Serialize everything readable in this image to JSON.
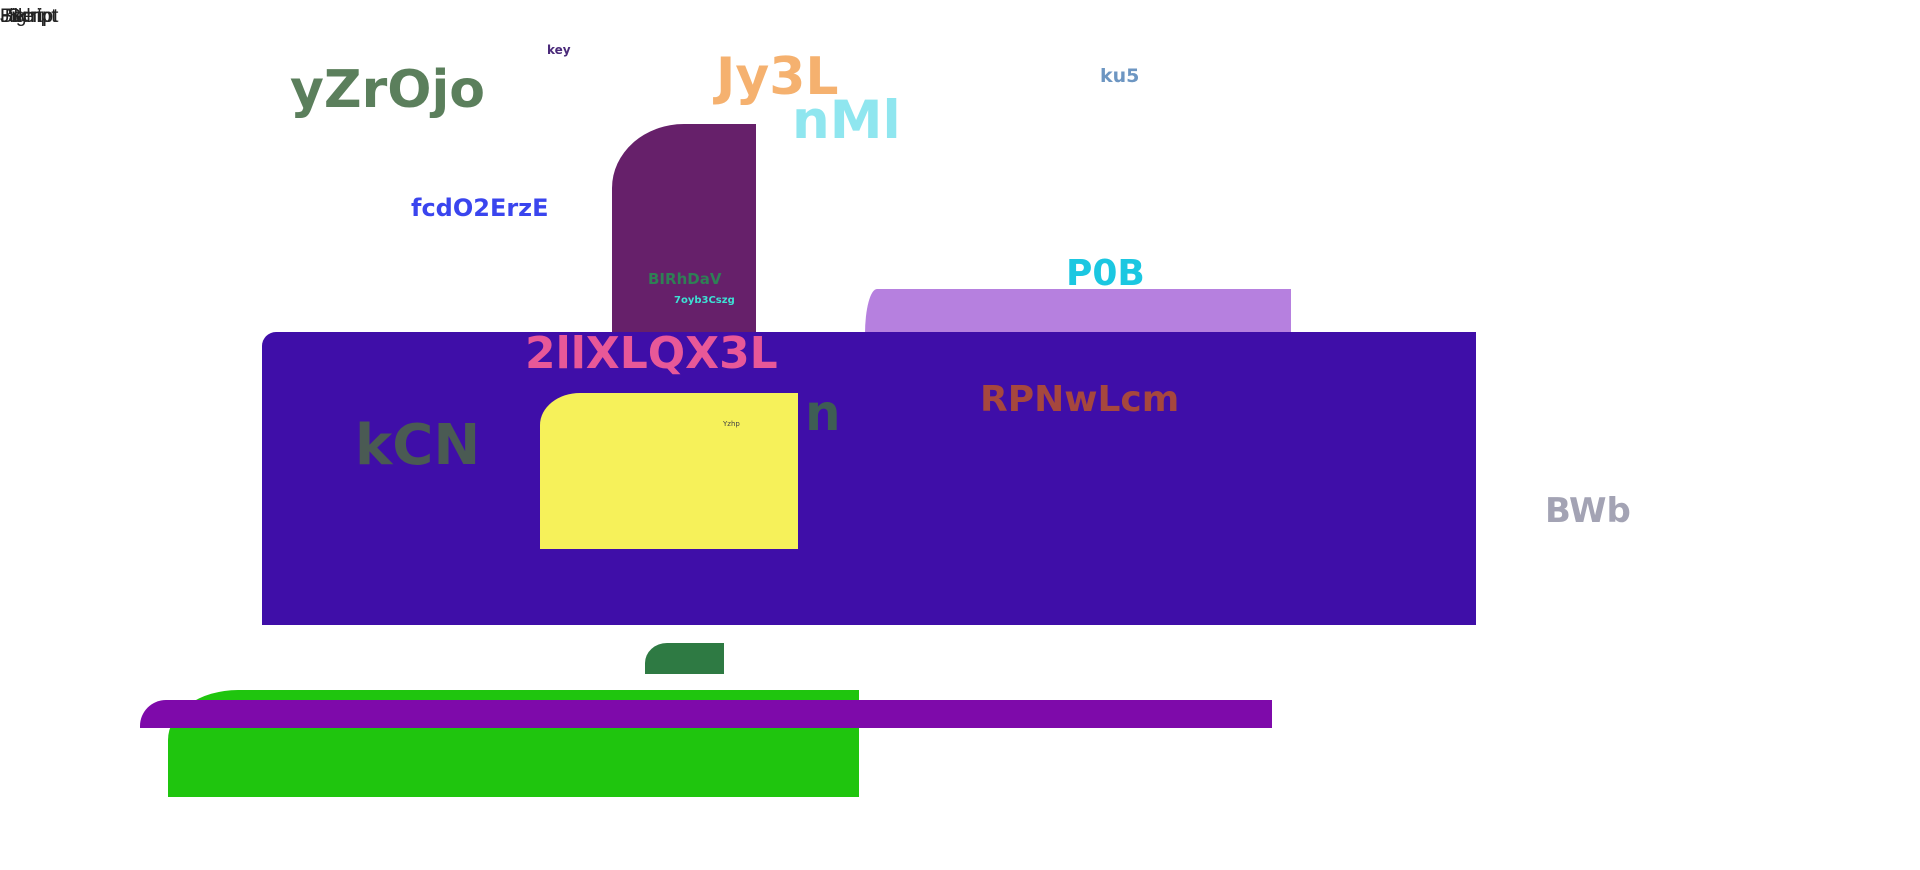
{
  "stray_words": [
    "Jill",
    "Fight",
    "Bee",
    "Script",
    "ript"
  ],
  "labels": {
    "yzrojo": "yZrOjo",
    "key": "key",
    "jy3l": "Jy3L",
    "nml": "nMl",
    "ku5": "ku5",
    "fcd": "fcdO2ErzE",
    "birh": "BIRhDaV",
    "oyb": "7oyb3Cszg",
    "p0b": "P0B",
    "twoll": "2llXLQX3L",
    "n": "n",
    "rpn": "RPNwLcm",
    "kcn": "kCN",
    "yzhp": "Yzhp",
    "bwb": "BWb"
  },
  "colors": {
    "maroon": "#66206a",
    "lavender": "#b680df",
    "main_panel": "#3f0ea8",
    "yellow": "#f6f15a",
    "dark_green": "#2e7a43",
    "green": "#1fc50e",
    "purple_bar": "#7e0aaa"
  }
}
